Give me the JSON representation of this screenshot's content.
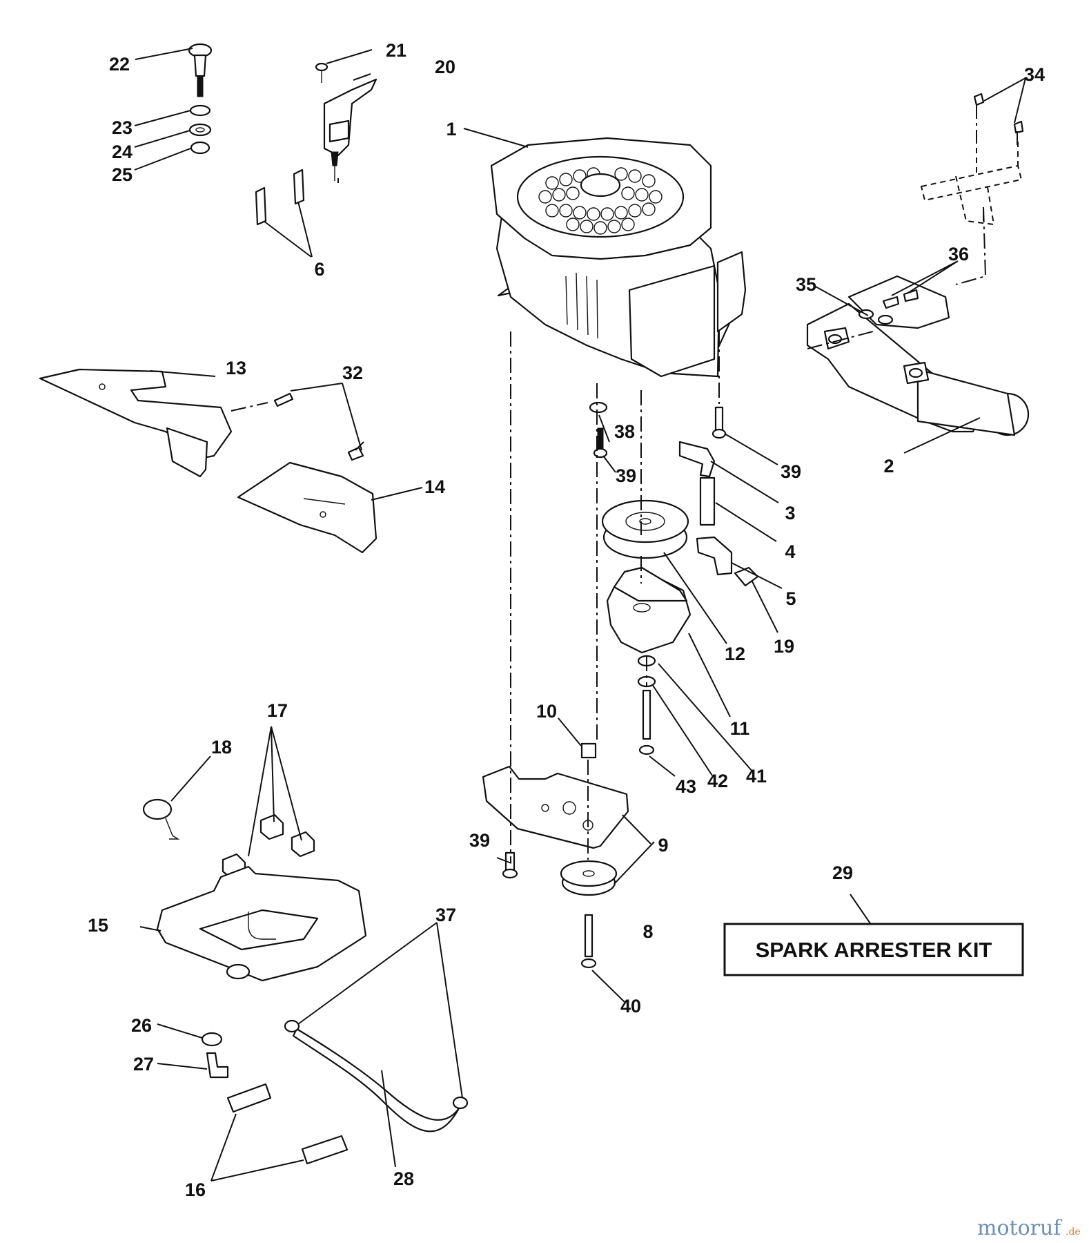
{
  "callouts": {
    "n1": "1",
    "n2": "2",
    "n3": "3",
    "n4": "4",
    "n5": "5",
    "n6": "6",
    "n8": "8",
    "n9": "9",
    "n10": "10",
    "n11": "11",
    "n12": "12",
    "n13": "13",
    "n14": "14",
    "n15": "15",
    "n16": "16",
    "n17": "17",
    "n18": "18",
    "n19": "19",
    "n20": "20",
    "n21": "21",
    "n22": "22",
    "n23": "23",
    "n24": "24",
    "n25": "25",
    "n26": "26",
    "n27": "27",
    "n28": "28",
    "n29": "29",
    "n32": "32",
    "n34": "34",
    "n35": "35",
    "n36": "36",
    "n37": "37",
    "n38": "38",
    "n39a": "39",
    "n39b": "39",
    "n39c": "39",
    "n40": "40",
    "n41": "41",
    "n42": "42",
    "n43": "43"
  },
  "kit": {
    "label": "SPARK ARRESTER KIT"
  },
  "watermark": {
    "name": "motoruf",
    "suffix": ".de"
  }
}
